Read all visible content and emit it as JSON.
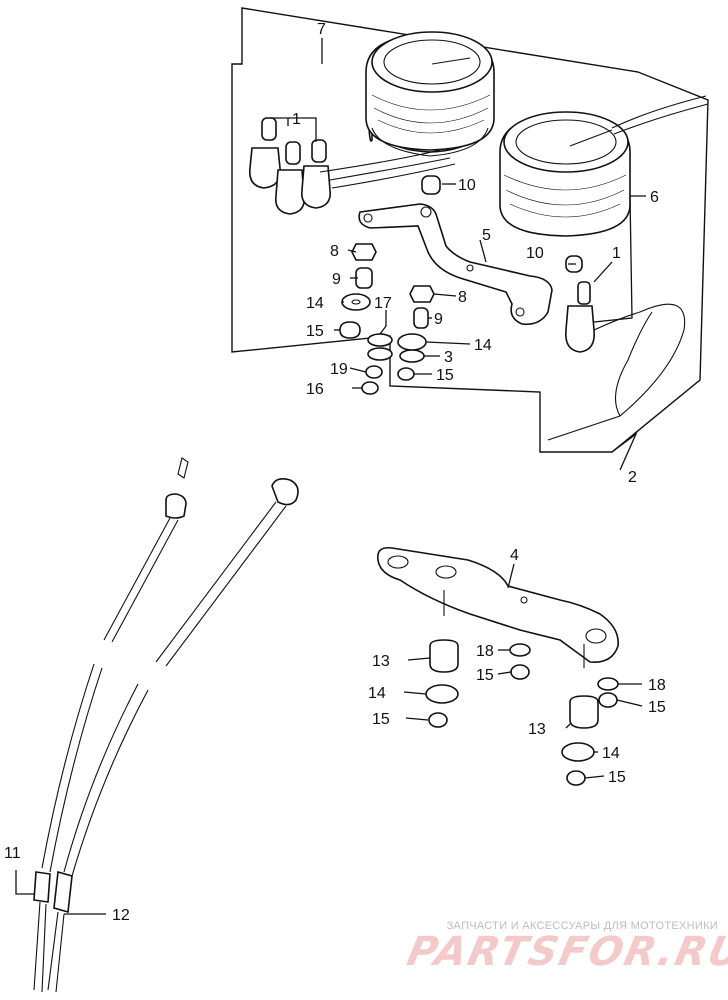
{
  "callouts": {
    "c1a": "1",
    "c1b": "1",
    "c2": "2",
    "c3": "3",
    "c4": "4",
    "c5": "5",
    "c6": "6",
    "c7": "7",
    "c8a": "8",
    "c8b": "8",
    "c9a": "9",
    "c9b": "9",
    "c10a": "10",
    "c10b": "10",
    "c11": "11",
    "c12": "12",
    "c13a": "13",
    "c13b": "13",
    "c14a": "14",
    "c14b": "14",
    "c14c": "14",
    "c14d": "14",
    "c15a": "15",
    "c15b": "15",
    "c15c": "15",
    "c15d": "15",
    "c15e": "15",
    "c15f": "15",
    "c16": "16",
    "c17": "17",
    "c18a": "18",
    "c18b": "18",
    "c19": "19"
  },
  "watermark": {
    "caption": "ЗАПЧАСТИ И АКСЕССУАРЫ ДЛЯ МОТОТЕХНИКИ",
    "logo": "PARTSFOR.RU"
  }
}
